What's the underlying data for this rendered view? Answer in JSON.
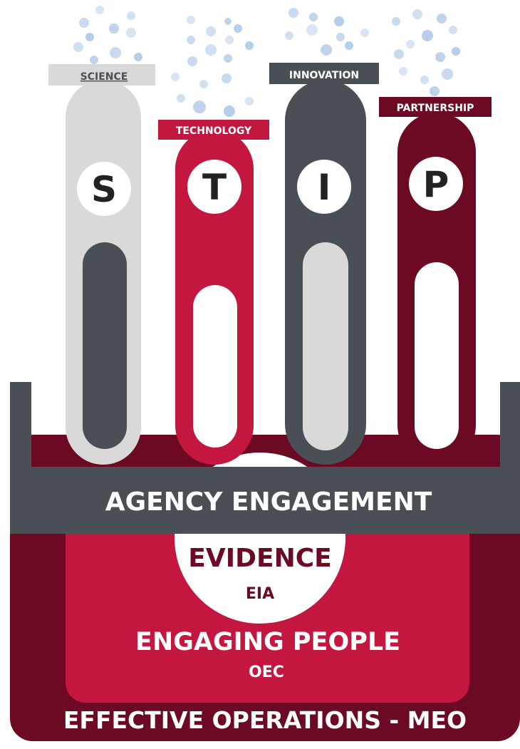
{
  "colors": {
    "light_gray": "#d9d9d9",
    "slate": "#4a4f56",
    "crimson": "#c4173f",
    "maroon": "#6b0a22",
    "bubble": "#a9c6e6",
    "white": "#ffffff"
  },
  "tubes": [
    {
      "key": "science",
      "label": "SCIENCE",
      "letter": "S"
    },
    {
      "key": "technology",
      "label": "TECHNOLOGY",
      "letter": "T"
    },
    {
      "key": "innovation",
      "label": "INNOVATION",
      "letter": "I"
    },
    {
      "key": "partnership",
      "label": "PARTNERSHIP",
      "letter": "P"
    }
  ],
  "agency": {
    "title": "AGENCY ENGAGEMENT"
  },
  "evidence": {
    "title": "EVIDENCE",
    "subtitle": "EIA"
  },
  "engaging": {
    "title": "ENGAGING PEOPLE",
    "subtitle": "OEC"
  },
  "operations": {
    "title": "EFFECTIVE OPERATIONS - MEO"
  }
}
